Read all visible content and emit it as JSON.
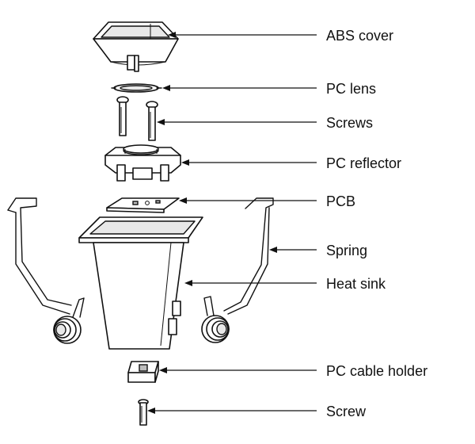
{
  "labels": {
    "abs_cover": "ABS cover",
    "pc_lens": "PC lens",
    "screws": "Screws",
    "pc_reflector": "PC reflector",
    "pcb": "PCB",
    "spring": "Spring",
    "heat_sink": "Heat sink",
    "pc_cable_holder": "PC cable holder",
    "screw": "Screw"
  },
  "colors": {
    "line": "#111111",
    "fill": "#ffffff",
    "shade": "#e8e8e8"
  }
}
